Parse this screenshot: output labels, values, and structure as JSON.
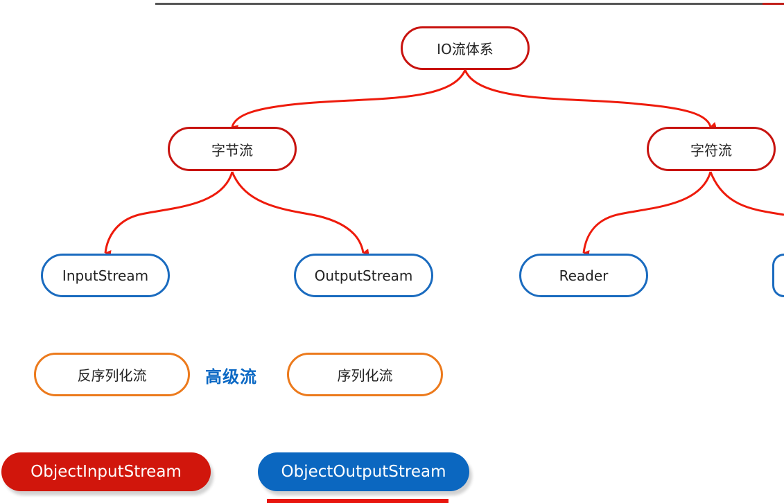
{
  "diagram": {
    "root": {
      "label": "IO流体系"
    },
    "level1": [
      {
        "label": "字节流"
      },
      {
        "label": "字符流"
      }
    ],
    "level2": [
      {
        "label": "InputStream"
      },
      {
        "label": "OutputStream"
      },
      {
        "label": "Reader"
      },
      {
        "label": ""
      }
    ],
    "advanced": {
      "label": "高级流",
      "left": {
        "label": "反序列化流"
      },
      "right": {
        "label": "序列化流"
      }
    },
    "classes": [
      {
        "label": "ObjectInputStream"
      },
      {
        "label": "ObjectOutputStream"
      }
    ]
  },
  "colors": {
    "edge": "#ee1b0c",
    "node_red": "#c8130f",
    "node_blue": "#1a6bbf",
    "node_orange": "#ec7a1c",
    "pill_red": "#d1160c",
    "pill_blue": "#0b67c0",
    "advanced_text": "#0a68c4"
  }
}
